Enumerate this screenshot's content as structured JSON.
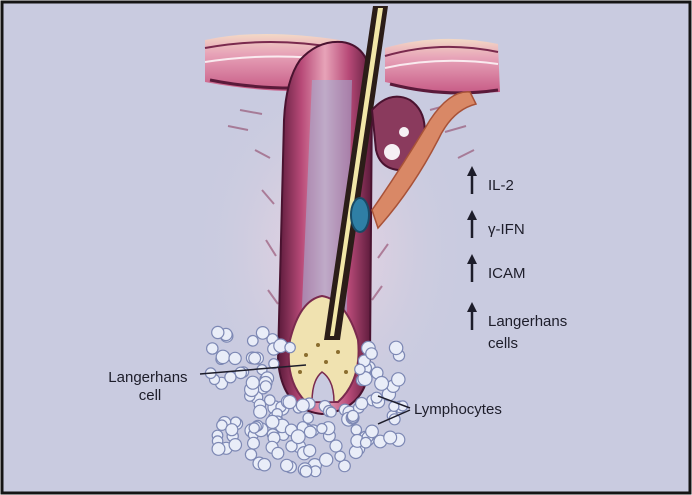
{
  "markers": [
    {
      "arrow": "up-arrow",
      "text": "IL-2"
    },
    {
      "arrow": "up-arrow",
      "text": "γ-IFN"
    },
    {
      "arrow": "up-arrow",
      "text": "ICAM"
    },
    {
      "arrow": "up-arrow",
      "text_lines": [
        "Langerhans",
        "cells"
      ]
    }
  ],
  "labels": {
    "langerhans_cell": [
      "Langerhans",
      "cell"
    ],
    "lymphocytes": "Lymphocytes"
  },
  "colors": {
    "background": "#c9cbe0",
    "frame": "#151515",
    "skin_pink": "#c75b86",
    "skin_dark": "#5a1a3a",
    "hair": "#2b1d18",
    "hair_highlight": "#f2e7a8",
    "gland": "#8a3a5d",
    "muscle": "#d98866",
    "lymphocyte_fill": "#e9edf8",
    "lymphocyte_stroke": "#7d88b4",
    "langerhans_cell": "#2f7fa5"
  }
}
